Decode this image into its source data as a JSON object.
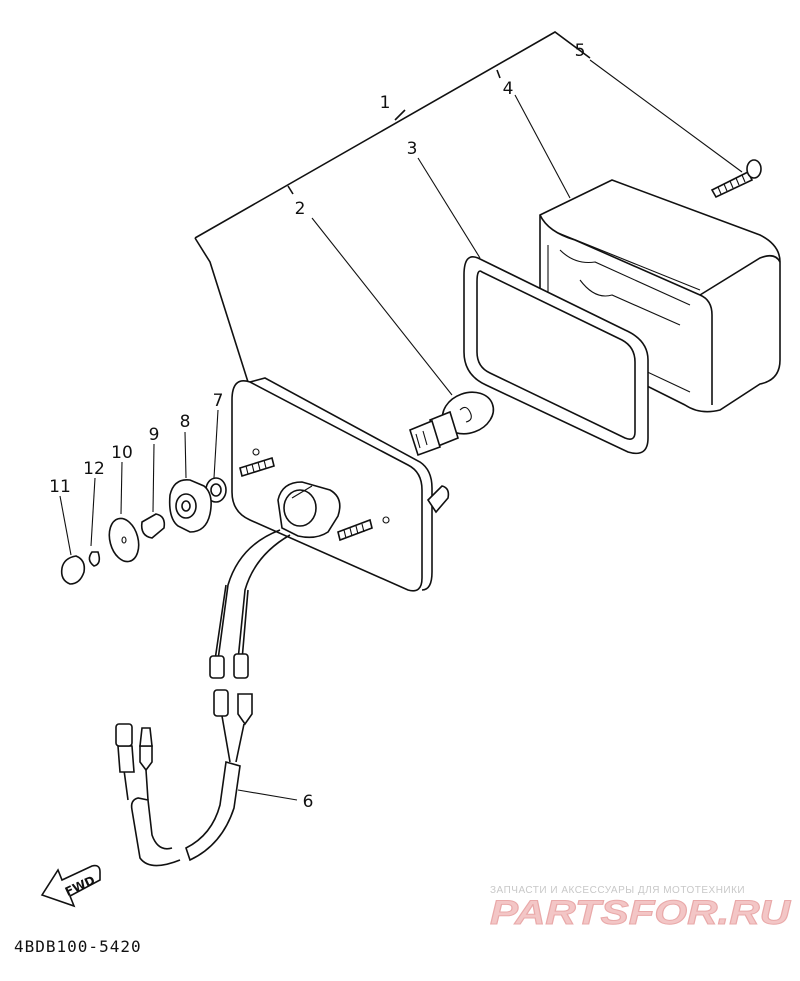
{
  "diagram": {
    "part_numbers": [
      "1",
      "2",
      "3",
      "4",
      "5",
      "6",
      "7",
      "8",
      "9",
      "10",
      "11",
      "12"
    ],
    "direction_label": "FWD",
    "drawing_code": "4BDB100-5420"
  },
  "watermark": {
    "tagline": "ЗАПЧАСТИ И АКСЕССУАРЫ ДЛЯ МОТОТЕХНИКИ",
    "brand": "PARTSFOR.RU"
  }
}
